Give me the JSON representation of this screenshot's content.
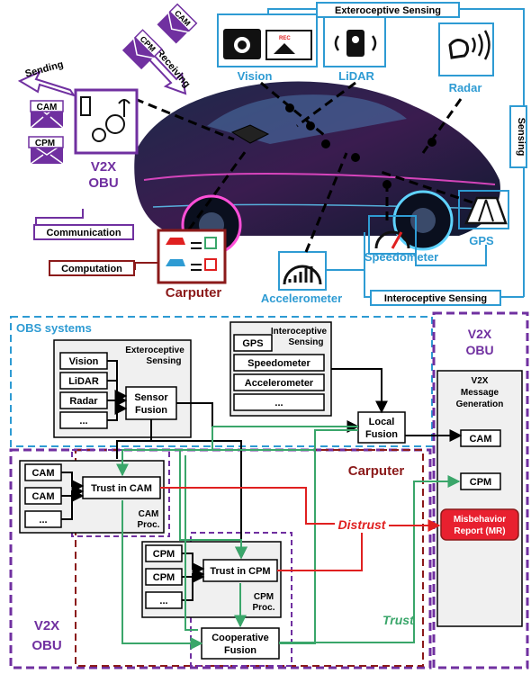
{
  "colors": {
    "blue": "#2e9bd3",
    "purple": "#7030a0",
    "maroon": "#8b1a1a",
    "red": "#e02020",
    "green": "#3aa66a",
    "black": "#000000",
    "box_fill": "#f0f0f0",
    "mr_fill": "#e8202f"
  },
  "top": {
    "exteroceptive_sensing": "Exteroceptive Sensing",
    "sensing": "Sensing",
    "interoceptive_sensing": "Interoceptive Sensing",
    "vision": "Vision",
    "lidar": "LiDAR",
    "radar": "Radar",
    "gps": "GPS",
    "speedometer": "Speedometer",
    "accelerometer": "Accelerometer",
    "carputer": "Carputer",
    "computation": "Computation",
    "communication": "Communication",
    "v2x": "V2X",
    "obu": "OBU",
    "sending": "Sending",
    "receiving": "Receiving",
    "cam": "CAM",
    "cpm": "CPM",
    "dots": "...",
    "rec": "REC"
  },
  "bottom": {
    "obs_systems": "OBS systems",
    "extero_title_1": "Exteroceptive",
    "extero_title_2": "Sensing",
    "intero_title_1": "Interoceptive",
    "intero_title_2": "Sensing",
    "vision": "Vision",
    "lidar": "LiDAR",
    "radar": "Radar",
    "dots": "...",
    "gps": "GPS",
    "speedometer": "Speedometer",
    "accelerometer": "Accelerometer",
    "sensor_1": "Sensor",
    "fusion": "Fusion",
    "local_1": "Local",
    "v2x": "V2X",
    "obu": "OBU",
    "msg_gen_1": "V2X",
    "msg_gen_2": "Message",
    "msg_gen_3": "Generation",
    "cam": "CAM",
    "cpm": "CPM",
    "carputer": "Carputer",
    "trust_in_cam": "Trust in CAM",
    "cam_proc_1": "CAM",
    "cam_proc_2": "Proc.",
    "trust_in_cpm": "Trust in CPM",
    "cpm_proc_1": "CPM",
    "cpm_proc_2": "Proc.",
    "distrust": "Distrust",
    "trust": "Trust",
    "mr_1": "Misbehavior",
    "mr_2": "Report (MR)",
    "coop_1": "Cooperative",
    "coop_2": "Fusion"
  }
}
